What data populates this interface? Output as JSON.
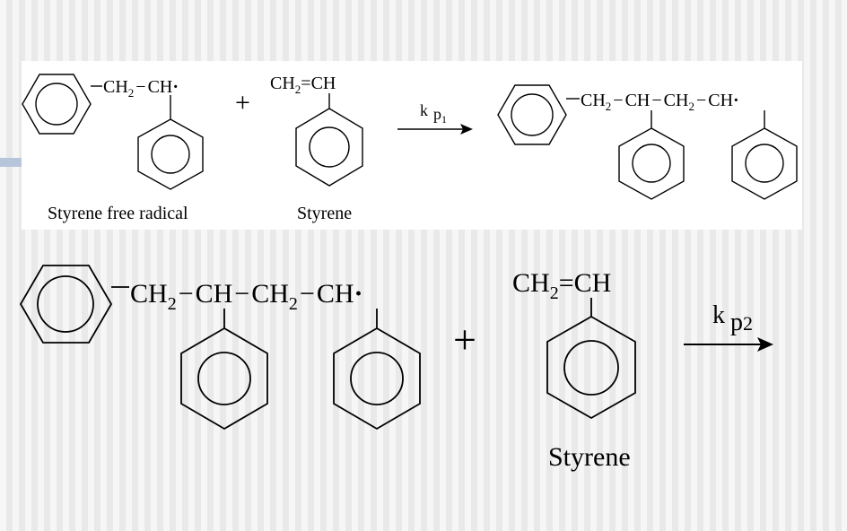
{
  "reaction1": {
    "radical_left": {
      "ch2": "CH",
      "ch2_sub": "2",
      "dash": "−",
      "ch": "CH",
      "dot": "·"
    },
    "plus": "+",
    "monomer": {
      "ch2": "CH",
      "sub": "2",
      "eq": "=CH"
    },
    "arrow": {
      "k": "k",
      "p": "p",
      "sub": "1"
    },
    "product": {
      "ch2_a": "CH",
      "sub_a": "2",
      "dash_a": "−",
      "ch_a": "CH",
      "dash_b": "−",
      "ch2_b": "CH",
      "sub_b": "2",
      "dash_c": "−",
      "ch_b": "CH",
      "dot": "·"
    },
    "labels": {
      "radical": "Styrene free radical",
      "monomer": "Styrene"
    }
  },
  "reaction2": {
    "chain": {
      "ch2_a": "CH",
      "sub_a": "2",
      "dash_a": "−",
      "ch_a": "CH",
      "dash_b": "−",
      "ch2_b": "CH",
      "sub_b": "2",
      "dash_c": "−",
      "ch_b": "CH",
      "dot": "·"
    },
    "plus": "+",
    "monomer": {
      "ch2": "CH",
      "sub": "2",
      "eq": "=CH"
    },
    "arrow": {
      "k": "k",
      "p": "p",
      "sub": "2"
    },
    "labels": {
      "monomer": "Styrene"
    }
  }
}
